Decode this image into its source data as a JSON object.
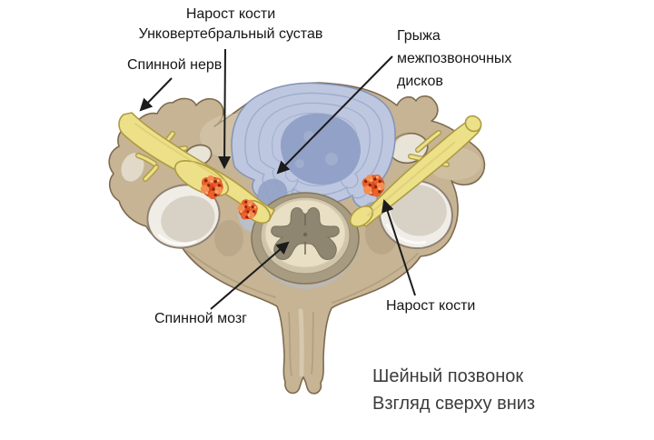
{
  "labels": {
    "uncovertebral": {
      "line1": "Нарост кости",
      "line2": "Унковертебральный сустав"
    },
    "spinal_nerve": "Спинной нерв",
    "disc_herniation": {
      "line1": "Грыжа",
      "line2": "межпозвоночных",
      "line3": "дисков"
    },
    "spinal_cord": "Спинной мозг",
    "bone_growth": "Нарост кости"
  },
  "caption": {
    "line1": "Шейный позвонок",
    "line2": "Взгляд сверху вниз"
  },
  "colors": {
    "bg": "#ffffff",
    "label-text": "#161616",
    "caption-text": "#3c3c3c",
    "arrow": "#1b1b1b",
    "bone": "#c6b495",
    "bone-outline": "#7e6b4f",
    "bone-highlight": "#ddd0b5",
    "bone-shade": "#a3906f",
    "hole": "#e9e4d8",
    "facet": "#f0ede7",
    "facet-shade": "#d7d1c6",
    "facet-rim": "#8f8172",
    "disc-fill": "#bdc7df",
    "disc-outline": "#8492b6",
    "disc-ring": "#96a4c8",
    "disc-nucleus": "#92a1c7",
    "nerve": "#ece089",
    "nerve-outline": "#ae9b42",
    "nerve-highlight": "#d8c76a",
    "inflammation": "#d84718",
    "inflammation-mid": "#e8632c",
    "inflammation-light": "#f58d52",
    "inflammation-dark": "#8f2008",
    "cord-ring": "#a79b82",
    "cord-dura": "#cfc5ab",
    "cord-interior": "#e9dfc5",
    "cord-gray": "#8e8671",
    "canal-band": "#b5bcc8"
  }
}
